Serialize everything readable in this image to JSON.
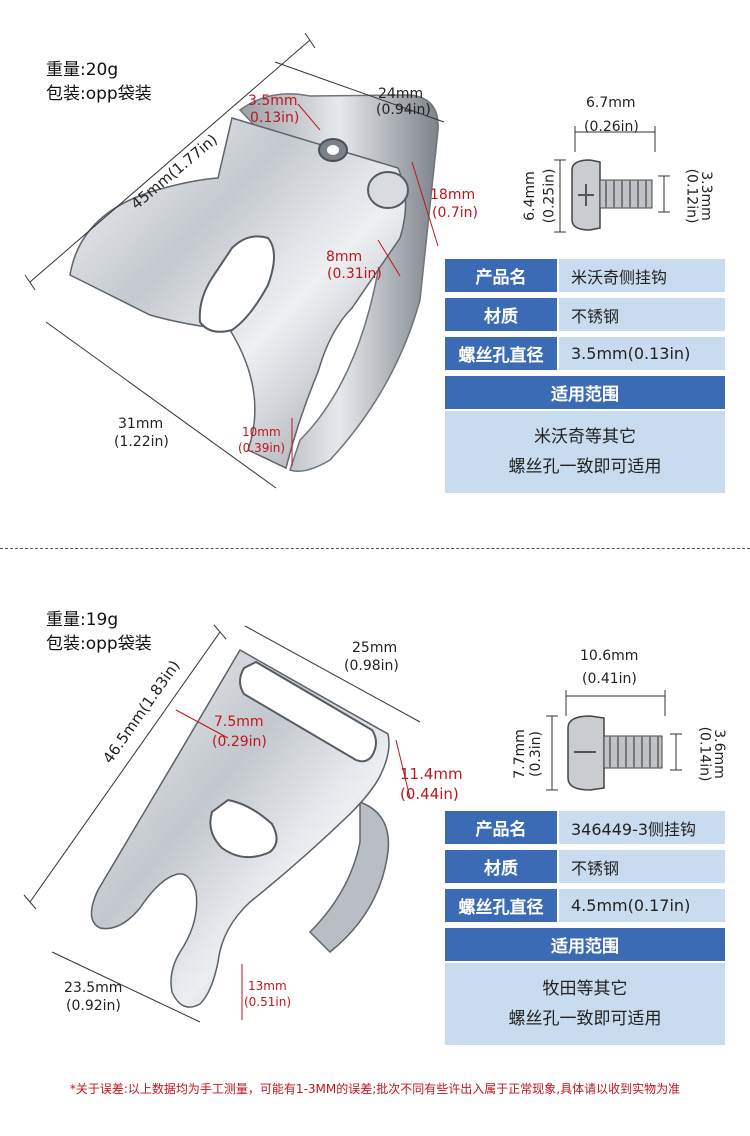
{
  "product1": {
    "weight": "重量:20g",
    "packaging": "包装:opp袋装",
    "dims": {
      "length_mm": "45mm(1.77in)",
      "top_width_mm": "24mm",
      "top_width_in": "(0.94in)",
      "hole_mm": "3.5mm",
      "hole_in": "0.13in)",
      "side_mm": "18mm",
      "side_in": "(0.7in)",
      "slot_mm": "8mm",
      "slot_in": "(0.31in)",
      "bottom_width_mm": "31mm",
      "bottom_width_in": "(1.22in)",
      "tip_mm": "10mm",
      "tip_in": "(0.39in)"
    },
    "screw": {
      "length_mm": "6.7mm",
      "length_in": "(0.26in)",
      "head_mm": "6.4mm",
      "head_in": "(0.25in)",
      "thread_mm": "3.3mm",
      "thread_in": "(0.12in)"
    },
    "spec": {
      "name_label": "产品名",
      "name_value": "米沃奇侧挂钩",
      "material_label": "材质",
      "material_value": "不锈钢",
      "hole_label": "螺丝孔直径",
      "hole_value": "3.5mm(0.13in)",
      "scope_label": "适用范围",
      "scope_line1": "米沃奇等其它",
      "scope_line2": "螺丝孔一致即可适用"
    }
  },
  "product2": {
    "weight": "重量:19g",
    "packaging": "包装:opp袋装",
    "dims": {
      "length_mm": "46.5mm(1.83in)",
      "top_width_mm": "25mm",
      "top_width_in": "(0.98in)",
      "slot_mm": "7.5mm",
      "slot_in": "(0.29in)",
      "side_mm": "11.4mm",
      "side_in": "(0.44in)",
      "bottom_width_mm": "23.5mm",
      "bottom_width_in": "(0.92in)",
      "tip_mm": "13mm",
      "tip_in": "(0.51in)"
    },
    "screw": {
      "length_mm": "10.6mm",
      "length_in": "(0.41in)",
      "head_mm": "7.7mm",
      "head_in": "(0.3in)",
      "thread_mm": "3.6mm",
      "thread_in": "(0.14in)"
    },
    "spec": {
      "name_label": "产品名",
      "name_value": "346449-3侧挂钩",
      "material_label": "材质",
      "material_value": "不锈钢",
      "hole_label": "螺丝孔直径",
      "hole_value": "4.5mm(0.17in)",
      "scope_label": "适用范围",
      "scope_line1": "牧田等其它",
      "scope_line2": "螺丝孔一致即可适用"
    }
  },
  "disclaimer": "*关于误差:以上数据均为手工测量，可能有1-3MM的误差;批次不同有些许出入属于正常现象,具体请以收到实物为准",
  "colors": {
    "header_blue": "#3c6bb6",
    "cell_light_blue": "#c9dcef",
    "accent_red": "#c0151c",
    "metal": "#c8ccd2"
  }
}
